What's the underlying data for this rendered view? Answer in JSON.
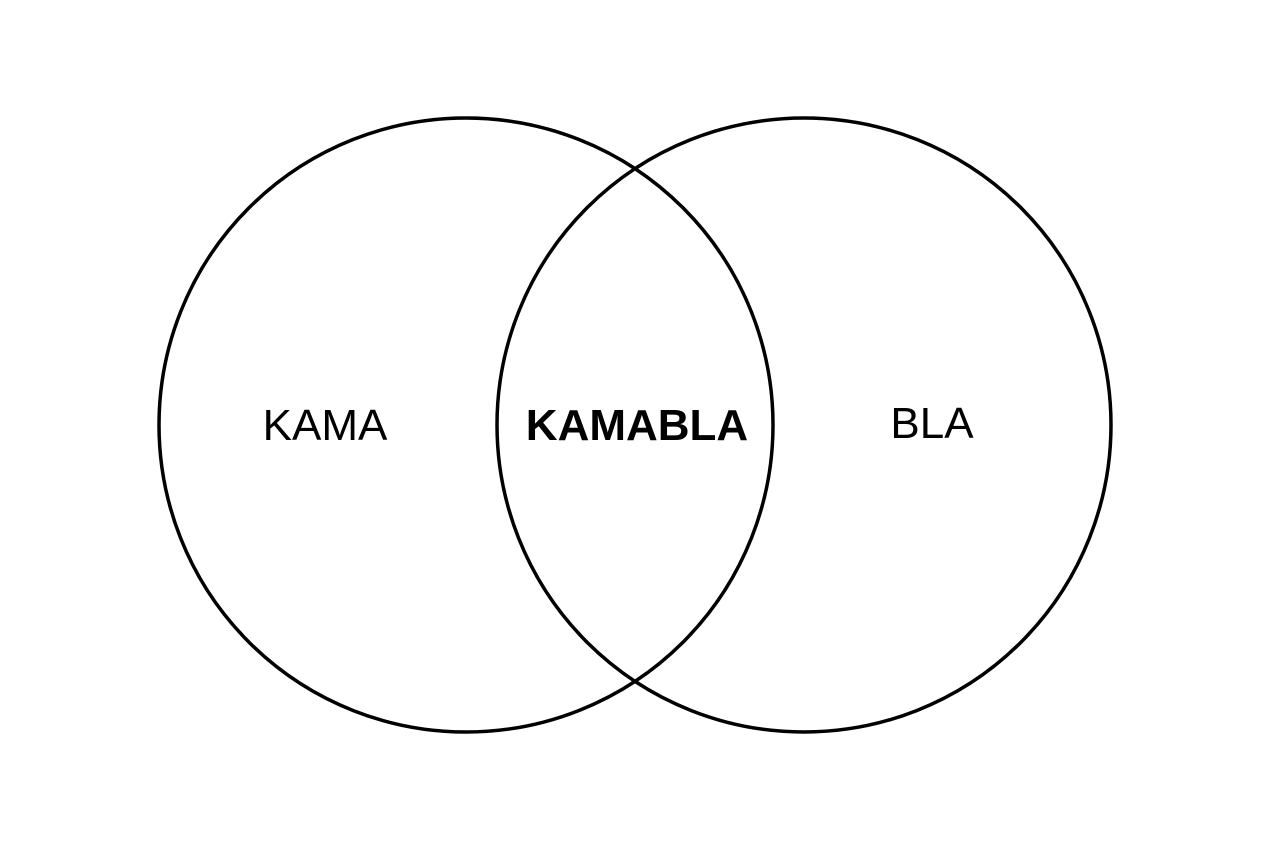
{
  "diagram": {
    "type": "venn",
    "sets": [
      {
        "label": "KAMA"
      },
      {
        "label": "BLA"
      }
    ],
    "intersection": {
      "label": "KAMABLA"
    },
    "colors": {
      "background": "#ffffff",
      "stroke": "#000000",
      "text": "#000000"
    }
  }
}
